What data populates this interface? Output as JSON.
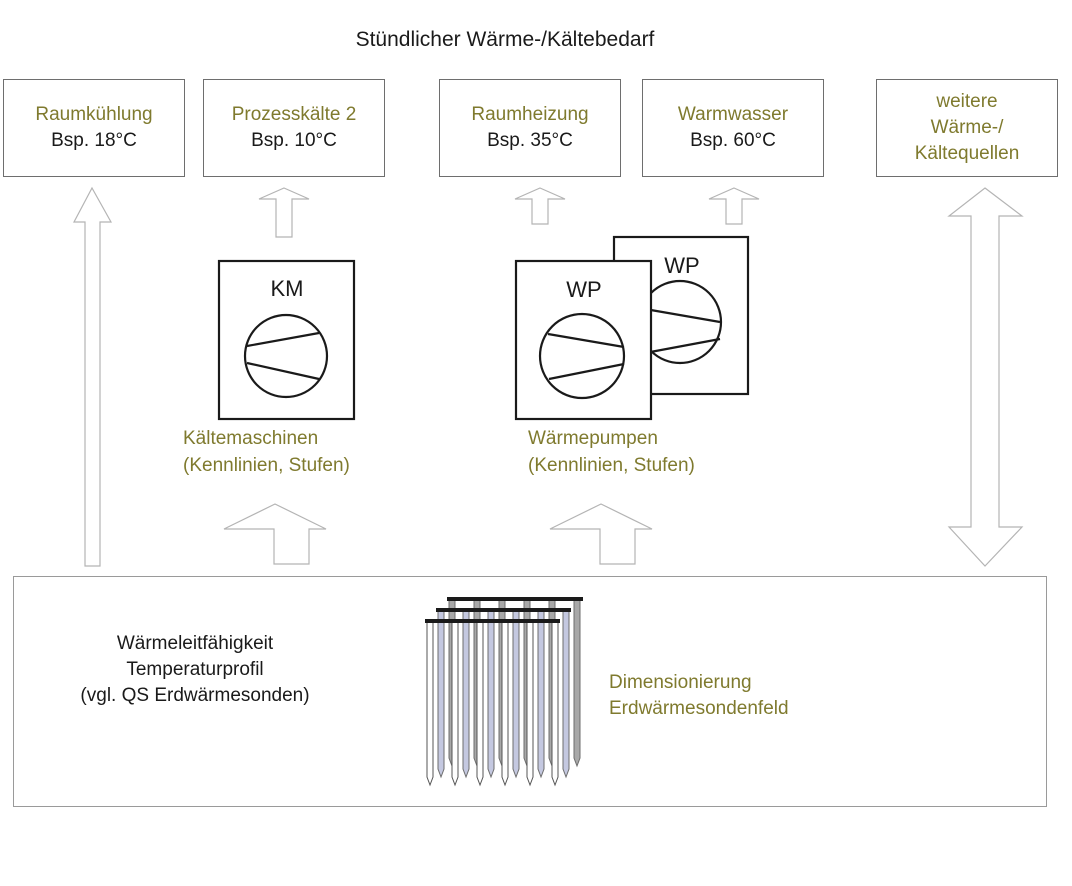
{
  "title": "Stündlicher Wärme-/Kältebedarf",
  "demand_boxes": [
    {
      "name": "Raumkühlung",
      "example": "Bsp. 18°C"
    },
    {
      "name": "Prozesskälte 2",
      "example": "Bsp. 10°C"
    },
    {
      "name": "Raumheizung",
      "example": "Bsp. 35°C"
    },
    {
      "name": "Warmwasser",
      "example": "Bsp. 60°C"
    }
  ],
  "other_sources": {
    "lines": [
      "weitere",
      "Wärme-/",
      "Kältequellen"
    ]
  },
  "machines": {
    "chiller": {
      "symbol": "KM",
      "label_line1": "Kältemaschinen",
      "label_line2": "(Kennlinien, Stufen)"
    },
    "heatpump": {
      "symbol_front": "WP",
      "symbol_back": "WP",
      "label_line1": "Wärmepumpen",
      "label_line2": "(Kennlinien, Stufen)"
    }
  },
  "ground": {
    "properties": [
      "Wärmeleitfähigkeit",
      "Temperaturprofil",
      "(vgl. QS Erdwärmesonden)"
    ],
    "dimensioning": [
      "Dimensionierung",
      "Erdwärmesondenfeld"
    ],
    "probe_rows": [
      {
        "row": "back",
        "count": 6,
        "color": "#a8a8a8"
      },
      {
        "row": "middle",
        "count": 6,
        "color": "#c4c8e0"
      },
      {
        "row": "front",
        "count": 6,
        "color": "#ffffff"
      }
    ]
  },
  "colors": {
    "accent_text": "#7f7a2e",
    "text": "#1a1a1a",
    "arrow_stroke": "#b4b4b4",
    "box_border": "#6e6e6e",
    "machine_stroke": "#1a1a1a"
  }
}
